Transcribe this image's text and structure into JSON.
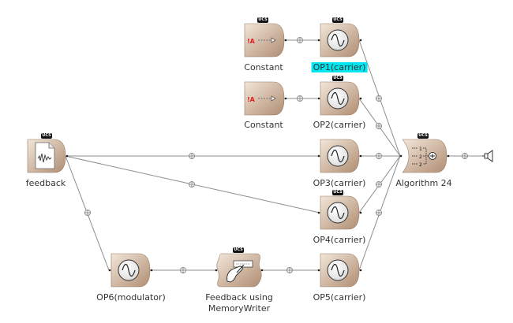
{
  "badge_text": "UCS",
  "nodes": {
    "constant1": {
      "label": "Constant",
      "glyph": "!A"
    },
    "constant2": {
      "label": "Constant",
      "glyph": "!A"
    },
    "op1": {
      "label": "OP1(carrier)"
    },
    "op2": {
      "label": "OP2(carrier)"
    },
    "op3": {
      "label": "OP3(carrier)"
    },
    "op4": {
      "label": "OP4(carrier)"
    },
    "op5": {
      "label": "OP5(carrier)"
    },
    "op6": {
      "label": "OP6(modulator)"
    },
    "feedback": {
      "label": "feedback"
    },
    "memwriter": {
      "label_line1": "Feedback using",
      "label_line2": "MemoryWriter"
    },
    "algorithm": {
      "label": "Algorithm 24",
      "icon_digits": [
        "1",
        "2",
        "2"
      ]
    }
  },
  "colors": {
    "node_light": "#eedfcf",
    "node_dark": "#b69478",
    "wire": "#8a8a8a",
    "selected_label_bg": "#00e5ee",
    "constant_glyph": "#e02020"
  }
}
